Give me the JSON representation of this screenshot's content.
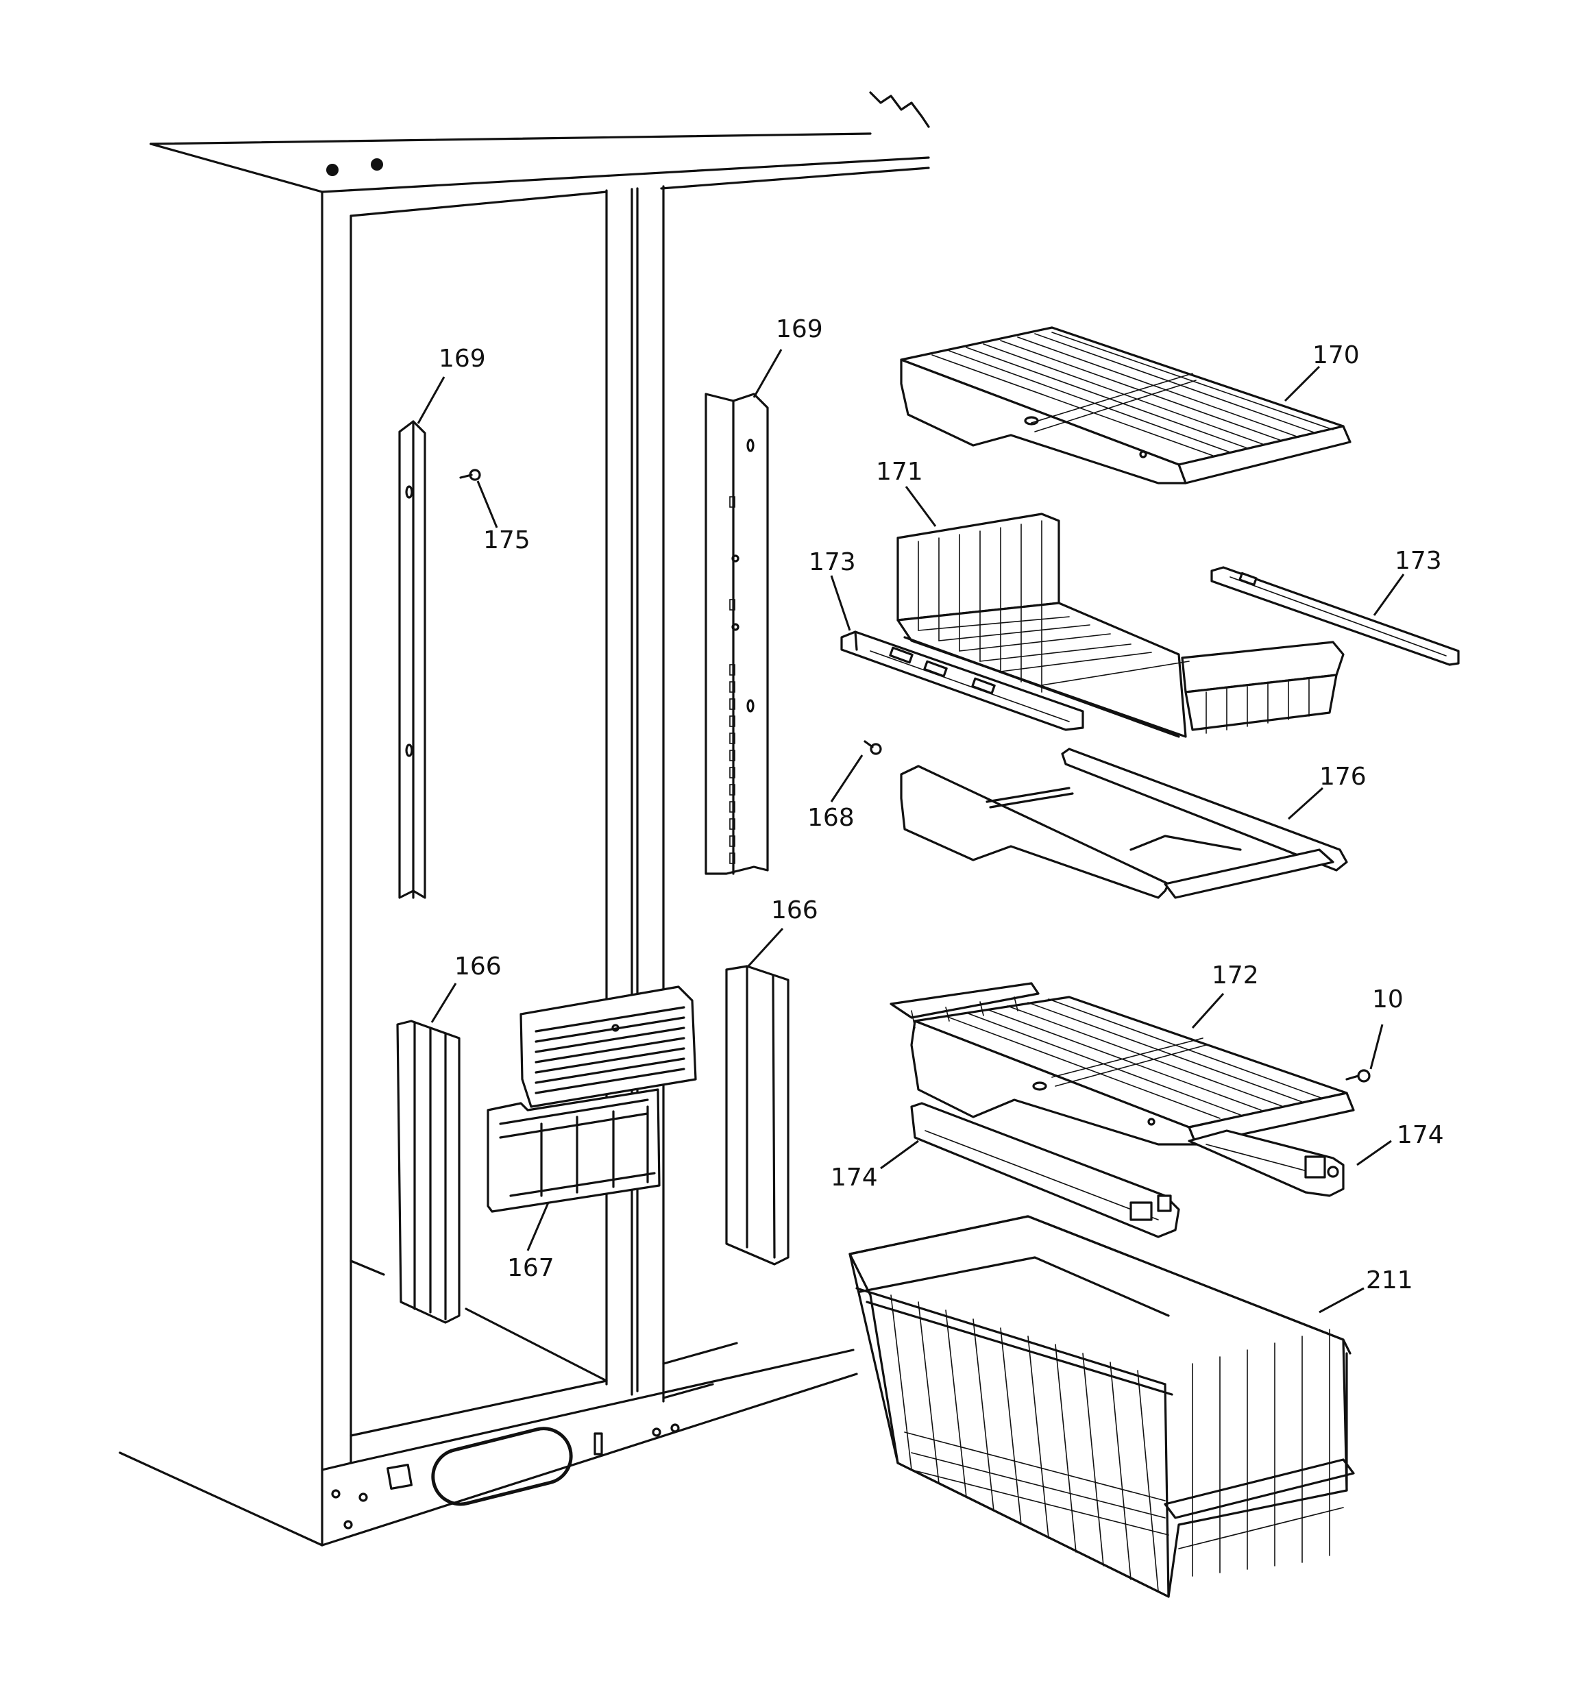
{
  "callouts": {
    "l169a": "169",
    "l169b": "169",
    "l170": "170",
    "l171": "171",
    "l173a": "173",
    "l173b": "173",
    "l175": "175",
    "l168": "168",
    "l176": "176",
    "l166a": "166",
    "l166b": "166",
    "l172": "172",
    "l10": "10",
    "l174a": "174",
    "l174b": "174",
    "l167": "167",
    "l211": "211"
  }
}
